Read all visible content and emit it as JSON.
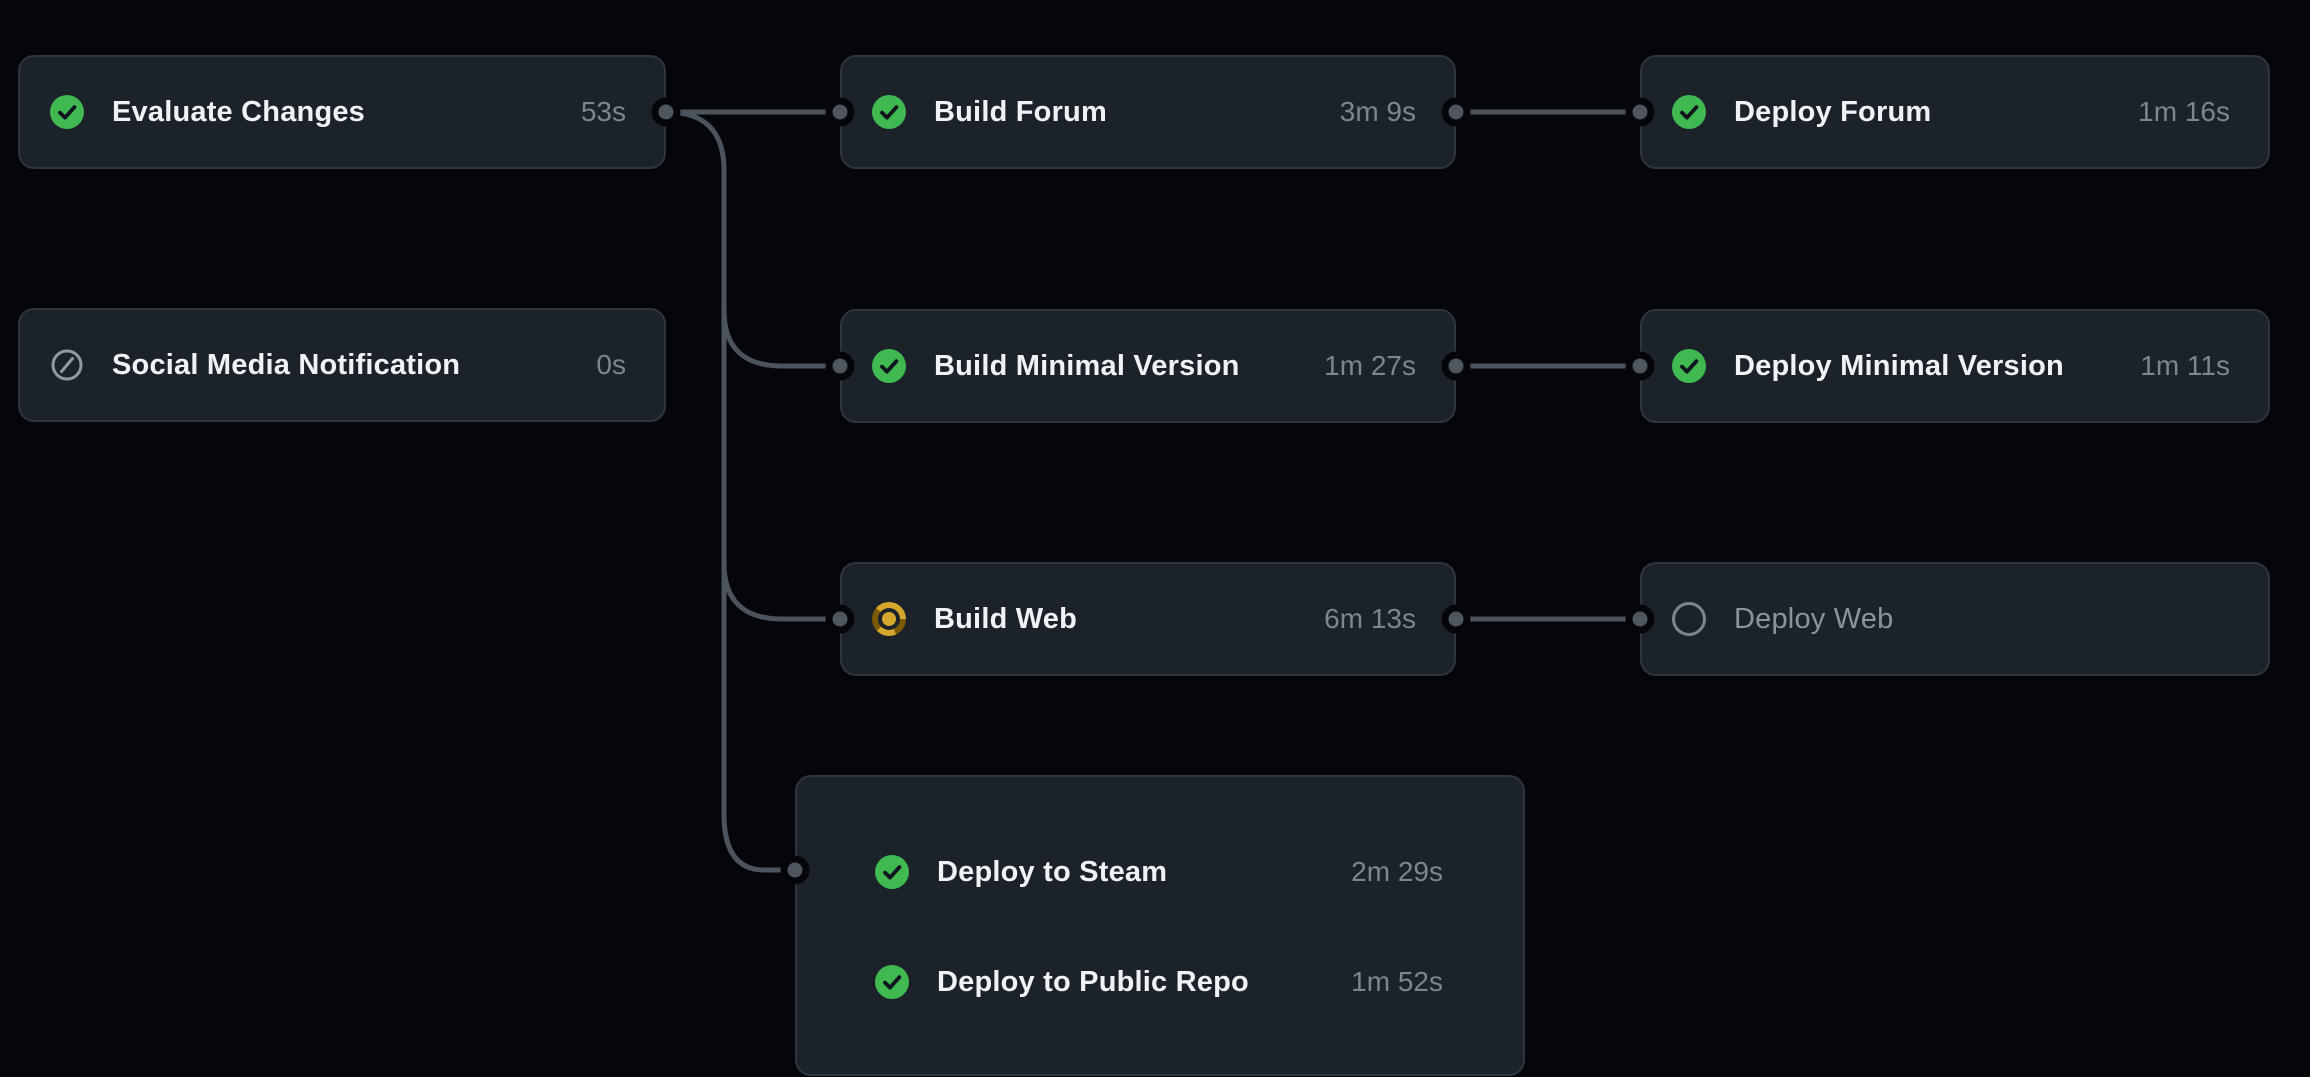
{
  "workflow_graph": {
    "jobs": {
      "evaluate_changes": {
        "label": "Evaluate Changes",
        "duration": "53s",
        "status": "success"
      },
      "social_media_notification": {
        "label": "Social Media Notification",
        "duration": "0s",
        "status": "skipped"
      },
      "build_forum": {
        "label": "Build Forum",
        "duration": "3m 9s",
        "status": "success"
      },
      "deploy_forum": {
        "label": "Deploy Forum",
        "duration": "1m 16s",
        "status": "success"
      },
      "build_minimal_version": {
        "label": "Build Minimal Version",
        "duration": "1m 27s",
        "status": "success"
      },
      "deploy_minimal_version": {
        "label": "Deploy Minimal Version",
        "duration": "1m 11s",
        "status": "success"
      },
      "build_web": {
        "label": "Build Web",
        "duration": "6m 13s",
        "status": "in_progress"
      },
      "deploy_web": {
        "label": "Deploy Web",
        "duration": "",
        "status": "pending"
      },
      "deploy_to_steam": {
        "label": "Deploy to Steam",
        "duration": "2m 29s",
        "status": "success"
      },
      "deploy_to_public_repo": {
        "label": "Deploy to Public Repo",
        "duration": "1m 52s",
        "status": "success"
      }
    },
    "edges": [
      {
        "from": "evaluate_changes",
        "to": "build_forum"
      },
      {
        "from": "evaluate_changes",
        "to": "build_minimal_version"
      },
      {
        "from": "evaluate_changes",
        "to": "build_web"
      },
      {
        "from": "evaluate_changes",
        "to": "deploy_group"
      },
      {
        "from": "build_forum",
        "to": "deploy_forum"
      },
      {
        "from": "build_minimal_version",
        "to": "deploy_minimal_version"
      },
      {
        "from": "build_web",
        "to": "deploy_web"
      }
    ],
    "colors": {
      "background": "#04060a",
      "card_background": "#1c222a",
      "card_border": "#2e353e",
      "edge_line": "#4b535d",
      "connector_dot": "#4e565f",
      "success_green": "#3fb950",
      "in_progress_yellow": "#d4a72c",
      "skipped_gray": "#9099a3",
      "pending_gray": "#7d8590",
      "label_text": "#f0f3f6",
      "duration_text": "#7d8590"
    }
  }
}
